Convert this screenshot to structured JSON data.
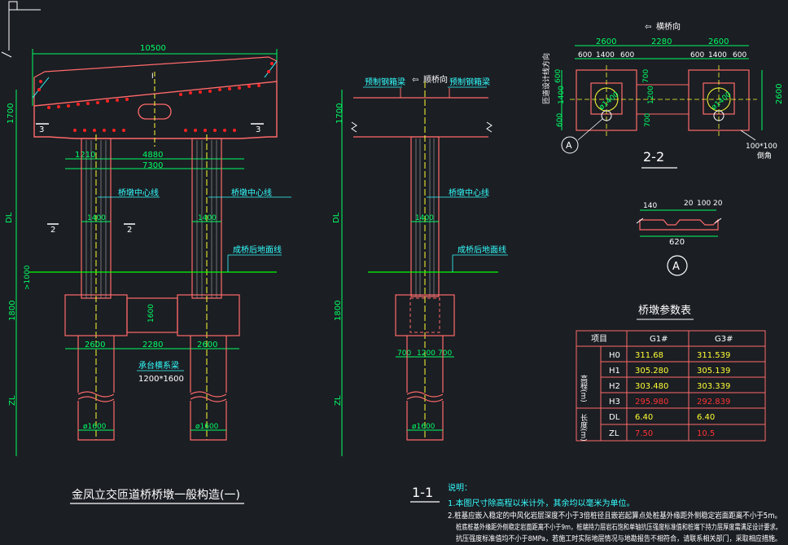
{
  "colors": {
    "background": "#1b1e23",
    "dimension": "#00ff66",
    "structure": "#ff6a6a",
    "centerline": "#ffff33",
    "annotation": "#33ffff",
    "text": "#ffffff",
    "rebar": "#ff2222",
    "ground": "#00ff00"
  },
  "elevation_view": {
    "dim_total_width": "10500",
    "dim_1700": "1700",
    "section_mark": "3",
    "centerline_mark": "I",
    "dim_1210": "1210",
    "dim_4880": "4880",
    "dim_7300": "7300",
    "label_pier_center_left": "桥墩中心线",
    "label_pier_center_right": "桥墩中心线",
    "dim_1400_left": "1400",
    "dim_1400_right": "1400",
    "section_2": "2",
    "dim_DL": "DL",
    "label_ground": "成桥后地面线",
    "dim_1000": ">1000",
    "dim_1800": "1800",
    "dim_1600": "1600",
    "dim_2600_left": "2600",
    "dim_2280": "2280",
    "dim_2600_right": "2600",
    "label_tie_beam": "承台横系梁",
    "label_tie_beam_size": "1200*1600",
    "dim_ZL": "ZL",
    "pile_dia_left": "ø1600",
    "pile_dia_right": "ø1600",
    "title": "金凤立交匝道桥桥墩一般构造(一)"
  },
  "side_view": {
    "label_precast_left": "预制钢箱梁",
    "label_direction": "顺桥向",
    "label_precast_right": "预制钢箱梁",
    "dim_1700": "1700",
    "label_pier_center": "桥墩中心线",
    "dim_1400": "1400",
    "dim_DL": "DL",
    "label_ground": "成桥后地面线",
    "dim_1800": "1800",
    "dim_700_left": "700",
    "dim_1200": "1200",
    "dim_700_right": "700",
    "dim_ZL": "ZL",
    "pile_dia": "ø1600",
    "section_label": "1-1"
  },
  "plan_view": {
    "label_direction": "横桥向",
    "dim_2600_left": "2600",
    "dim_2280": "2280",
    "dim_2600_right": "2600",
    "dim_600_a": "600",
    "dim_1400_a": "1400",
    "dim_600_b": "600",
    "dim_600_c": "600",
    "dim_1400_b": "1400",
    "dim_600_d": "600",
    "vertical_label": "匝道设计线方向",
    "dim_600_v1": "600",
    "dim_1400_v": "1400",
    "dim_600_v2": "600",
    "dim_700_v1": "700",
    "dim_1200_v": "1200",
    "dim_700_v2": "700",
    "dim_2600_v": "2600",
    "pier_dia_left": "ø1400",
    "pier_dia_right": "ø1400",
    "detail_marker": "A",
    "chamfer_label": "100*100",
    "chamfer_sub": "倒角",
    "section_label": "2-2"
  },
  "detail_A": {
    "dim_140": "140",
    "dim_20a": "20",
    "dim_100": "100",
    "dim_20b": "20",
    "dim_620": "620",
    "marker": "A"
  },
  "param_table": {
    "title": "桥墩参数表",
    "header": [
      "项目",
      "G1#",
      "G3#"
    ],
    "group_elev": "高程(m)",
    "group_len": "长度(m)",
    "rows": [
      {
        "param": "H0",
        "g1": "311.68",
        "g3": "311.539",
        "color": "#ffff33"
      },
      {
        "param": "H1",
        "g1": "305.280",
        "g3": "305.139",
        "color": "#ffff33"
      },
      {
        "param": "H2",
        "g1": "303.480",
        "g3": "303.339",
        "color": "#ffff33"
      },
      {
        "param": "H3",
        "g1": "295.980",
        "g3": "292.839",
        "color": "#ff3333"
      },
      {
        "param": "DL",
        "g1": "6.40",
        "g3": "6.40",
        "color": "#ffff33"
      },
      {
        "param": "ZL",
        "g1": "7.50",
        "g3": "10.5",
        "color": "#ff3333"
      }
    ]
  },
  "notes": {
    "heading": "说明：",
    "line1": "1.本图尺寸除高程以米计外，其余均以毫米为单位。",
    "line2": "2.桩基应嵌入稳定的中风化岩层深度不小于3倍桩径且嵌岩起算点处桩基外缘距外侧稳定岩面距离不小于5m。",
    "line3": "桩底桩基外缘距外侧稳定岩面距离不小于9m，桩端持力层岩石饱和单轴抗压强度标准值和桩端下持力层厚度需满足设计要求。",
    "line4": "抗压强度标准值均不小于8MPa，若施工时实际地层情况与地勘报告不相符合，请联系相关部门，采取相应措施。"
  }
}
